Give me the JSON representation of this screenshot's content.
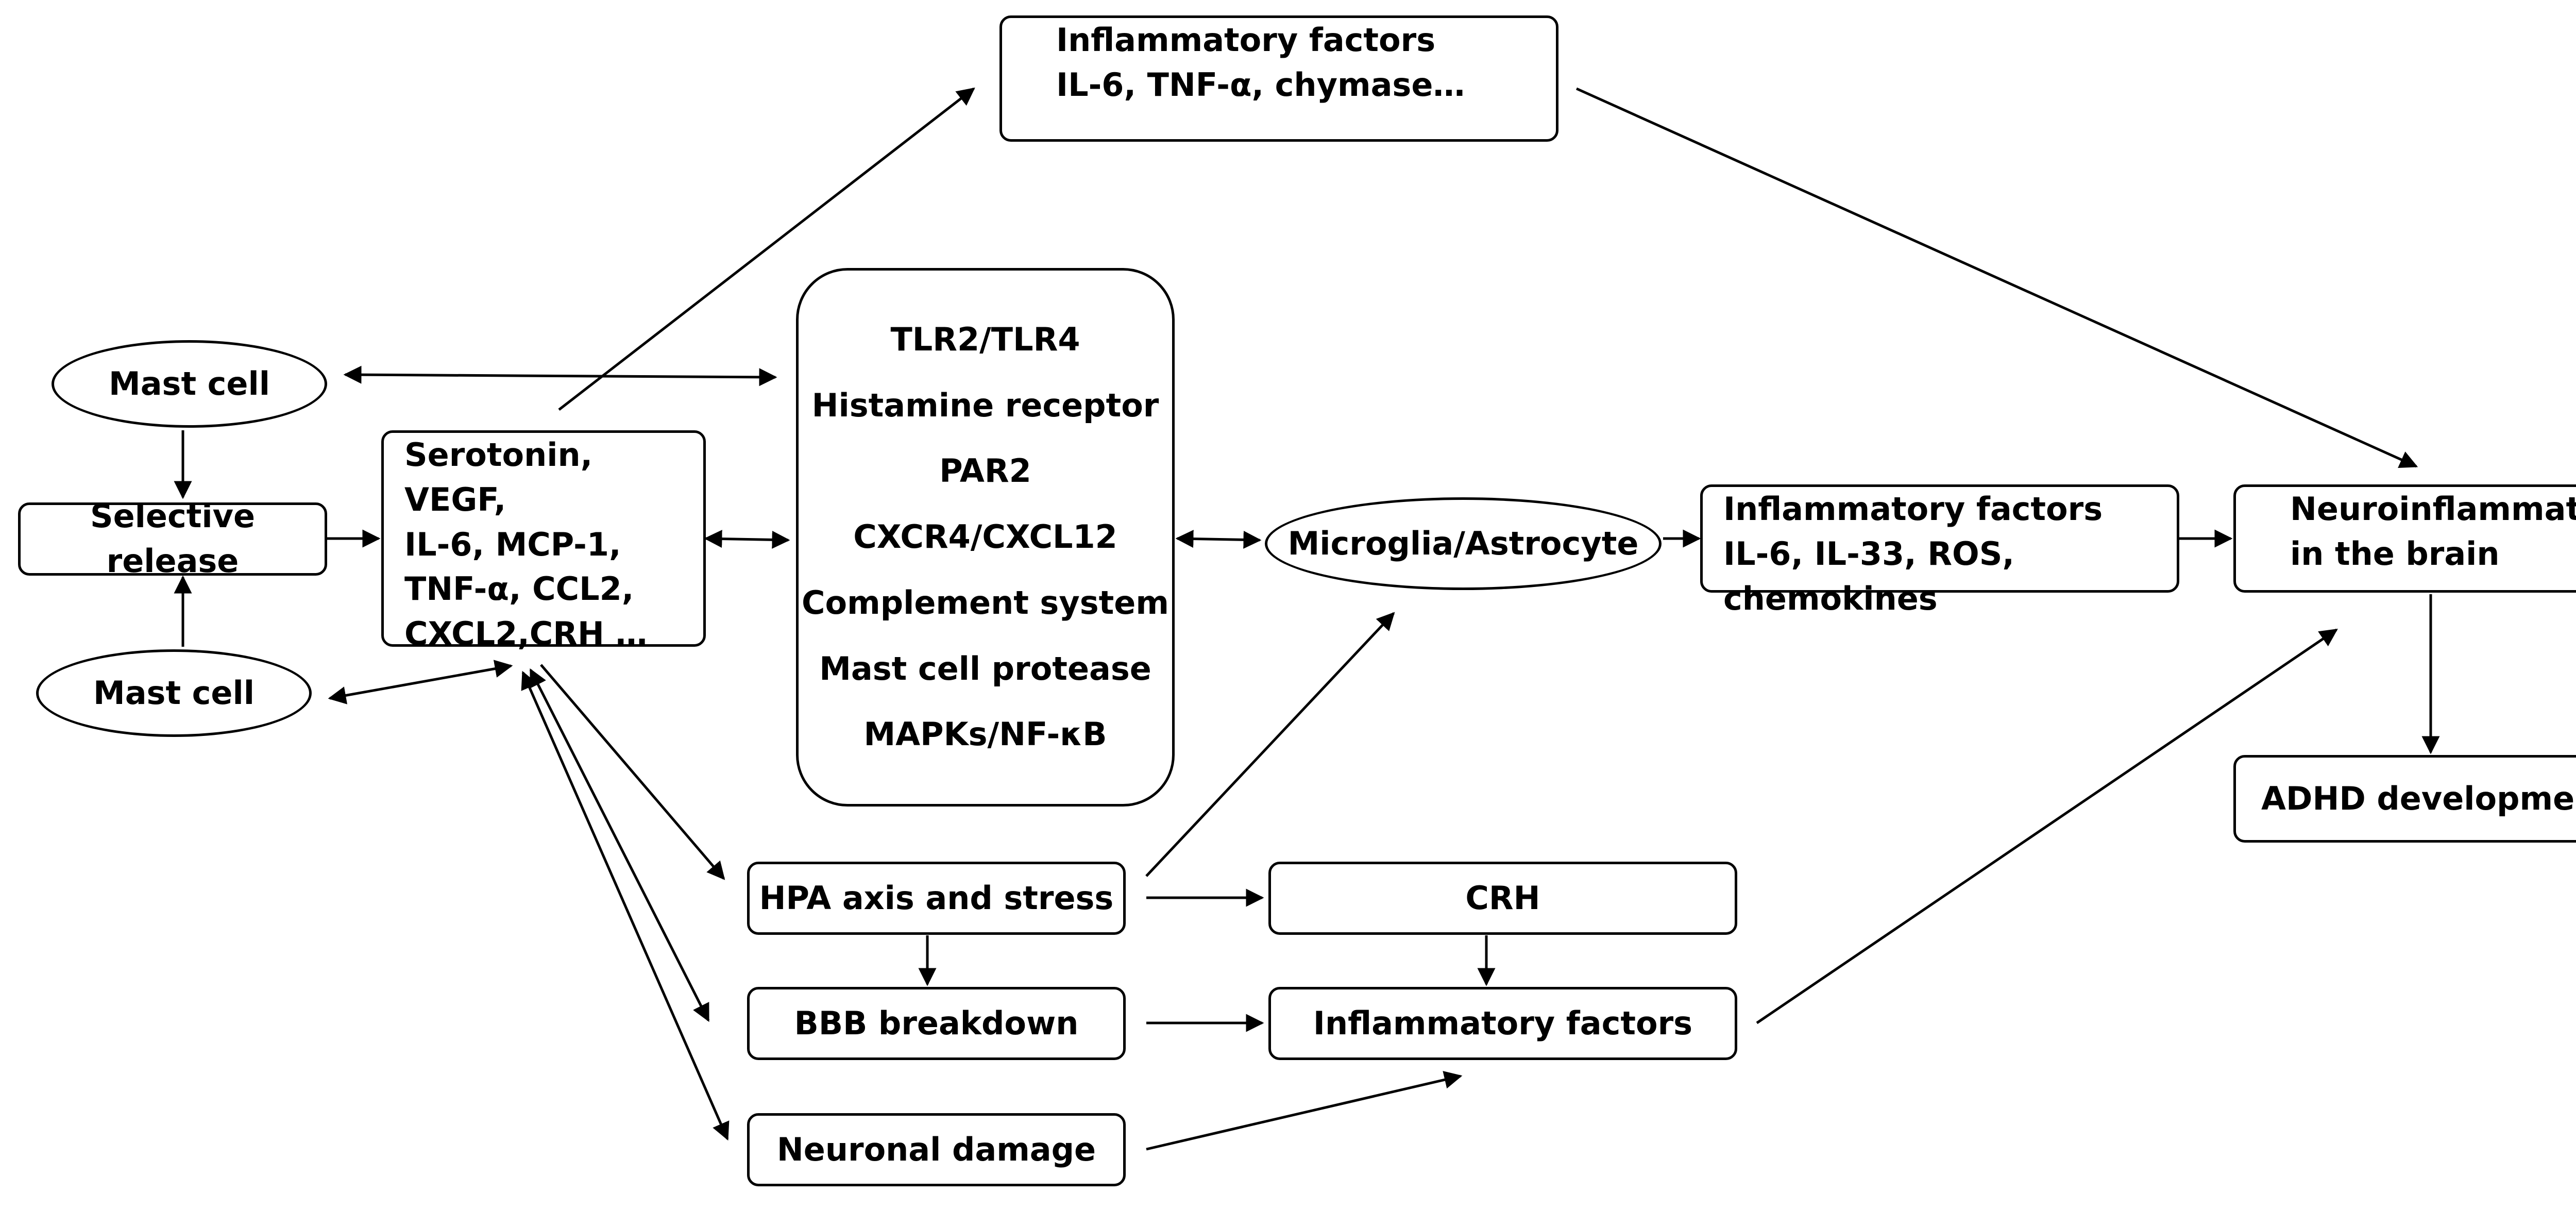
{
  "nodes": {
    "mast_cell_top": "Mast cell",
    "mast_cell_bottom": "Mast cell",
    "selective_release": "Selective release",
    "mediators": [
      "Serotonin, VEGF,",
      "IL-6, MCP-1,",
      "TNF-α, CCL2,",
      "CXCL2,CRH …"
    ],
    "inflammatory_top": [
      "Inflammatory factors",
      "IL-6, TNF-α, chymase…"
    ],
    "receptors": [
      "TLR2/TLR4",
      "Histamine receptor",
      "PAR2",
      "CXCR4/CXCL12",
      "Complement system",
      "Mast cell protease",
      "MAPKs/NF-κB"
    ],
    "microglia": "Microglia/Astrocyte",
    "inflammatory_mid": [
      "Inflammatory factors",
      "IL-6, IL-33, ROS, chemokines"
    ],
    "neuroinflammation": [
      "Neuroinflammation",
      "in the brain"
    ],
    "adhd": "ADHD development",
    "hpa": "HPA axis and stress",
    "crh": "CRH",
    "bbb": "BBB breakdown",
    "inflammatory_low": "Inflammatory factors",
    "neuronal": "Neuronal damage"
  },
  "colors": {
    "stroke": "#000000",
    "background": "#ffffff"
  }
}
